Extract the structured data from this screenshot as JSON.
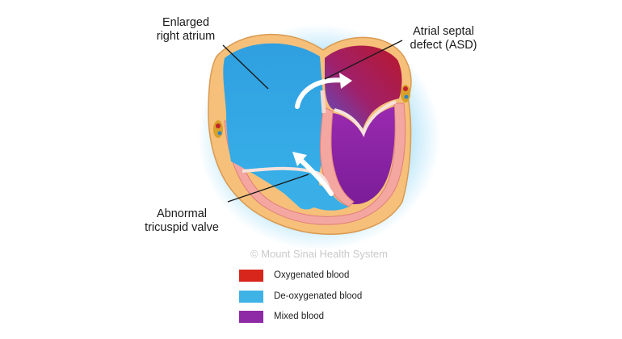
{
  "labels": {
    "right_atrium": [
      "Enlarged",
      "right atrium"
    ],
    "asd": [
      "Atrial septal",
      "defect (ASD)"
    ],
    "tricuspid": [
      "Abnormal",
      "tricuspid valve"
    ]
  },
  "watermark": "© Mount Sinai Health System",
  "legend": [
    {
      "label": "Oxygenated blood",
      "color": "#d8261c"
    },
    {
      "label": "De-oxygenated blood",
      "color": "#3fb3e6"
    },
    {
      "label": "Mixed blood",
      "color": "#8f2aa6"
    }
  ]
}
